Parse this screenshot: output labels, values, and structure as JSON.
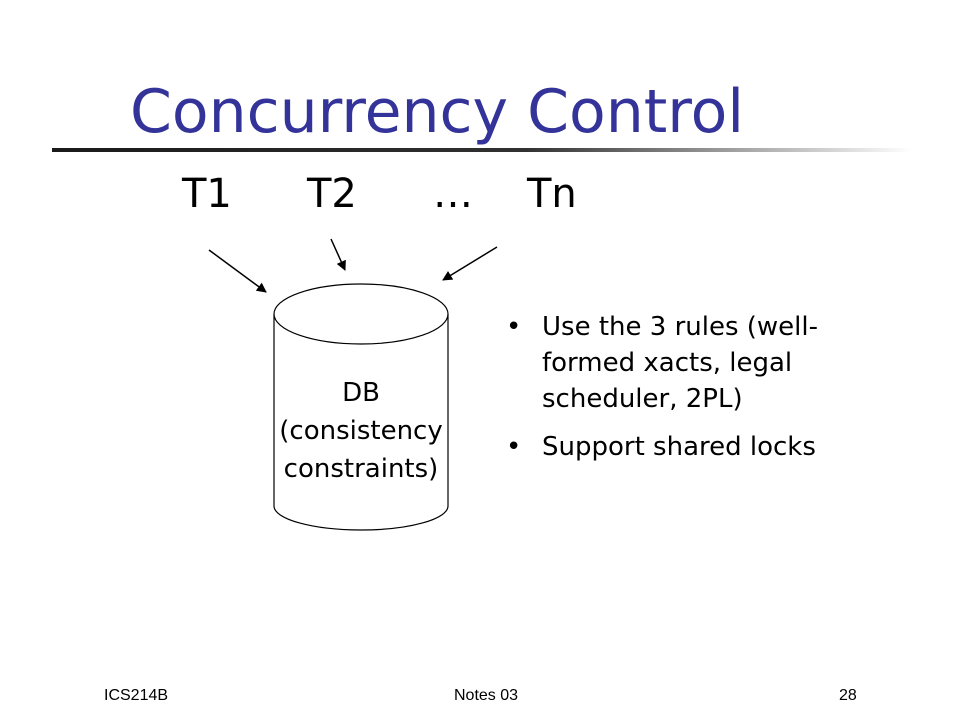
{
  "slide": {
    "title": "Concurrency Control",
    "colors": {
      "title": "#333399",
      "rule": "#1a1a1a"
    }
  },
  "transactions": {
    "t1": "T1",
    "t2": "T2",
    "ellipsis": "…",
    "tn": "Tn"
  },
  "database": {
    "line1": "DB",
    "line2": "(consistency",
    "line3": "constraints)"
  },
  "bullets": [
    "Use the 3 rules (well-formed xacts, legal scheduler, 2PL)",
    "Support shared locks"
  ],
  "bullet_glyph": "•",
  "footer": {
    "left": "ICS214B",
    "center": "Notes 03",
    "right": "28"
  }
}
